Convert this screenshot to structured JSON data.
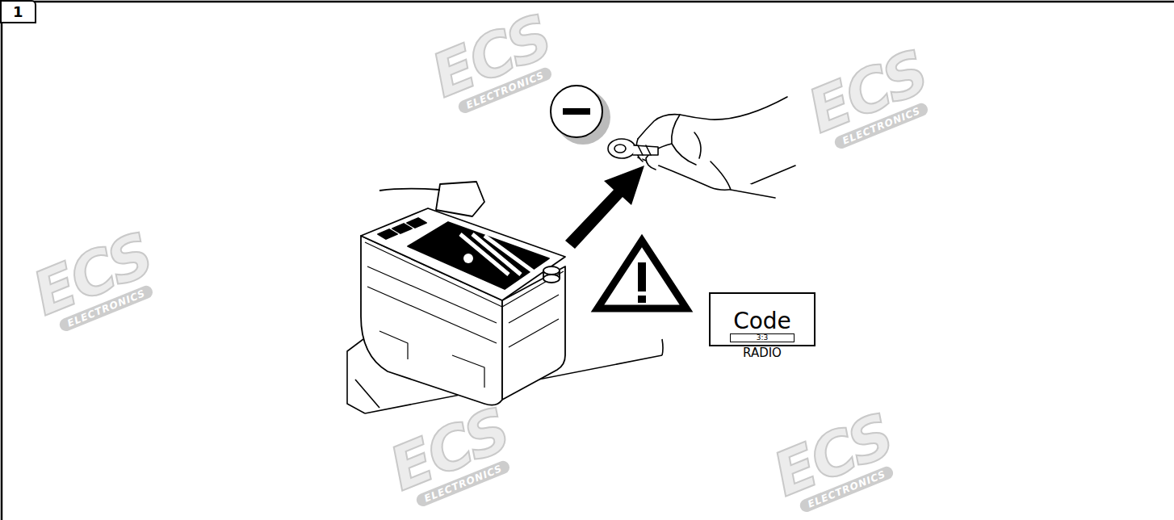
{
  "diagram": {
    "nodes": [
      {
        "text": [
          "1"
        ]
      },
      {
        "text": [
          "Code",
          "RADIO"
        ]
      },
      {
        "text": [
          "3:3"
        ],
        "in": 1
      }
    ],
    "labels": [
      "ECS",
      "ELECTRONICS",
      "ECS",
      "ELECTRONICS",
      "ECS",
      "ELECTRONICS",
      "ECS",
      "ELECTRONICS",
      "ECS",
      "ELECTRONICS"
    ]
  }
}
